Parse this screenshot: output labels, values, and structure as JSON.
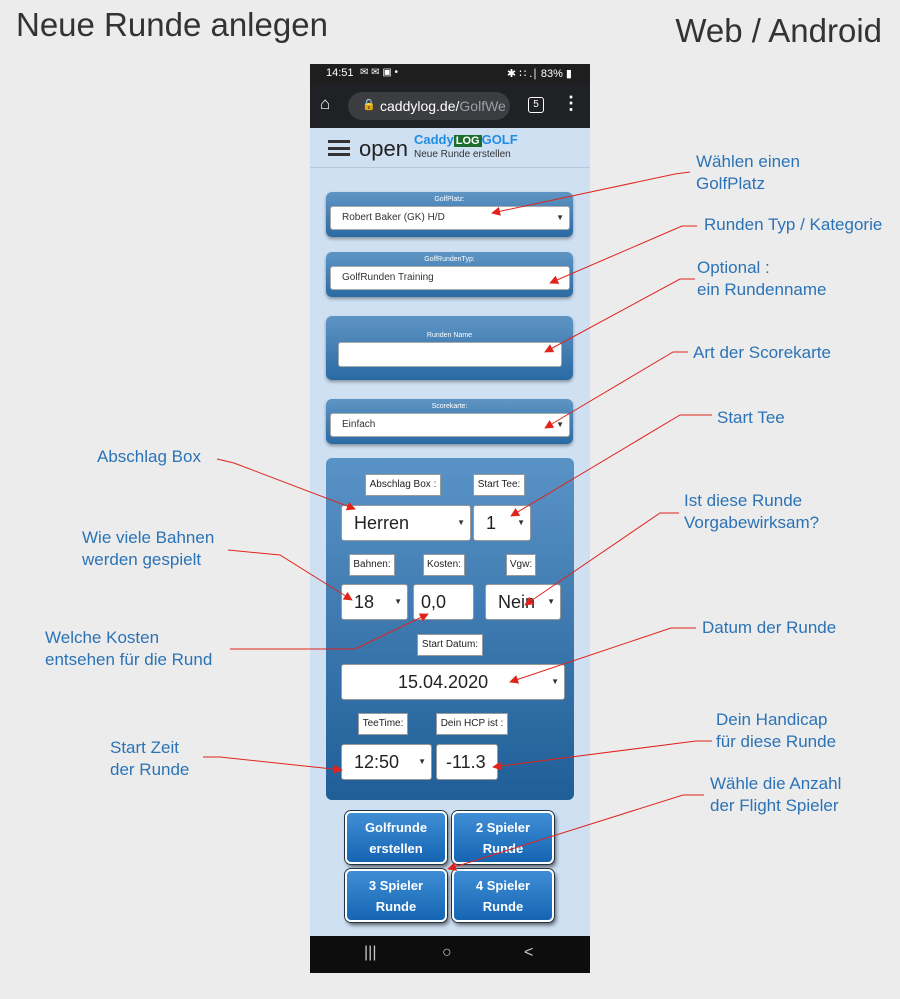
{
  "page": {
    "title": "Neue Runde anlegen",
    "platform": "Web / Android"
  },
  "status_bar": {
    "time": "14:51",
    "left_icons": "✉ ✉ ▣ •",
    "right": "✱ ∷ .∣ 83% ▮"
  },
  "browser": {
    "url_host": "caddylog.de/",
    "url_path": "GolfWet",
    "tabs_count": "5"
  },
  "app": {
    "menu_label": "open",
    "logo": {
      "caddy": "Caddy",
      "log": "LOG",
      "golf": "GOLF"
    },
    "subtitle": "Neue Runde erstellen"
  },
  "form": {
    "golfplatz": {
      "label": "GolfPlatz:",
      "value": "Robert Baker (GK) H/D"
    },
    "rundentyp": {
      "label": "GolfRundenTyp:",
      "value": "GolfRunden Training"
    },
    "rundenname": {
      "label": "Runden Name",
      "value": ""
    },
    "scorekarte": {
      "label": "Scorekarte:",
      "value": "Einfach"
    },
    "abschlag": {
      "label": "Abschlag Box :",
      "value": "Herren"
    },
    "starttee": {
      "label": "Start Tee:",
      "value": "1"
    },
    "bahnen": {
      "label": "Bahnen:",
      "value": "18"
    },
    "kosten": {
      "label": "Kosten:",
      "value": "0,0"
    },
    "vgw": {
      "label": "Vgw:",
      "value": "Nein"
    },
    "startdatum": {
      "label": "Start Datum:",
      "value": "15.04.2020"
    },
    "teetime": {
      "label": "TeeTime:",
      "value": "12:50"
    },
    "hcp": {
      "label": "Dein HCP ist :",
      "value": "-11.3"
    }
  },
  "buttons": {
    "create": [
      "Golfrunde",
      "erstellen"
    ],
    "two": [
      "2 Spieler",
      "Runde"
    ],
    "three": [
      "3 Spieler",
      "Runde"
    ],
    "four": [
      "4 Spieler",
      "Runde"
    ]
  },
  "nav": {
    "recents": "|||",
    "home": "○",
    "back": "<"
  },
  "annotations": {
    "golfplatz": [
      "Wählen einen",
      "GolfPlatz"
    ],
    "rundentyp": [
      "Runden Typ / Kategorie"
    ],
    "rundenname": [
      "Optional :",
      "ein Rundenname"
    ],
    "scorekarte": [
      "Art der Scorekarte"
    ],
    "starttee": [
      "Start Tee"
    ],
    "vgw": [
      "Ist diese Runde",
      "Vorgabewirksam?"
    ],
    "abschlag": [
      "Abschlag Box"
    ],
    "bahnen": [
      "Wie viele Bahnen",
      "werden gespielt"
    ],
    "kosten": [
      "Welche Kosten",
      "entsehen für die Rund"
    ],
    "datum": [
      "Datum der Runde"
    ],
    "hcp": [
      "Dein Handicap",
      "für diese Runde"
    ],
    "startzeit": [
      "Start Zeit",
      "der Runde"
    ],
    "flight": [
      "Wähle die Anzahl",
      "der Flight Spieler"
    ]
  },
  "colors": {
    "annotation": "#2b73b6",
    "arrow": "#e0241c",
    "panel": "#2a6aa3",
    "phone_bg": "#cfe0f3"
  }
}
